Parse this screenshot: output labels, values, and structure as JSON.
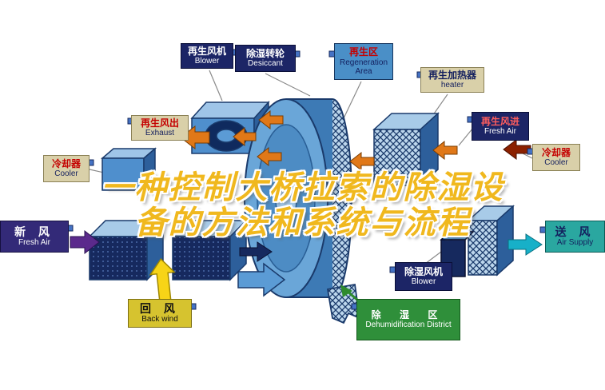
{
  "title": {
    "line1": "一种控制大桥拉索的除湿设",
    "line2": "备的方法和系统与流程"
  },
  "labels": {
    "regen_blower": {
      "zh": "再生风机",
      "en": "Blower"
    },
    "desiccant_wheel": {
      "zh": "除湿转轮",
      "en": "Desiccant"
    },
    "regen_area": {
      "zh": "再生区",
      "en": "Regeneration Area"
    },
    "regen_heater": {
      "zh": "再生加热器",
      "en": "heater"
    },
    "regen_exhaust": {
      "zh": "再生风出",
      "en": "Exhaust"
    },
    "regen_fresh_air": {
      "zh": "再生风进",
      "en": "Fresh Air"
    },
    "cooler_left": {
      "zh": "冷却器",
      "en": "Cooler"
    },
    "cooler_right": {
      "zh": "冷却器",
      "en": "Cooler"
    },
    "fresh_air": {
      "zh": "新 风",
      "en": "Fresh Air"
    },
    "air_supply": {
      "zh": "送 风",
      "en": "Air Supply"
    },
    "back_wind": {
      "zh": "回 风",
      "en": "Back wind"
    },
    "dehum_blower": {
      "zh": "除湿风机",
      "en": "Blower"
    },
    "dehum_district": {
      "zh": "除 湿 区",
      "en": "Dehumidification District"
    }
  },
  "colors": {
    "title_gold": "#f0b81e",
    "title_outline": "#ffffff",
    "wheel_blue": "#6aa6d8",
    "navy_label": "#1c2566",
    "tan_label": "#d9d0a9",
    "green_label": "#2f8f3a",
    "teal_label": "#2aa7a0",
    "yellow_label": "#d6c32f",
    "orange_arrow": "#e07818",
    "maroon_arrow": "#8b2000",
    "purple_arrow": "#5b2a8c",
    "cyan_arrow": "#17b0c8",
    "yellow_arrow": "#f7d417",
    "green_arrow": "#2e8b2e",
    "blue_arrow": "#5b9bd5"
  }
}
